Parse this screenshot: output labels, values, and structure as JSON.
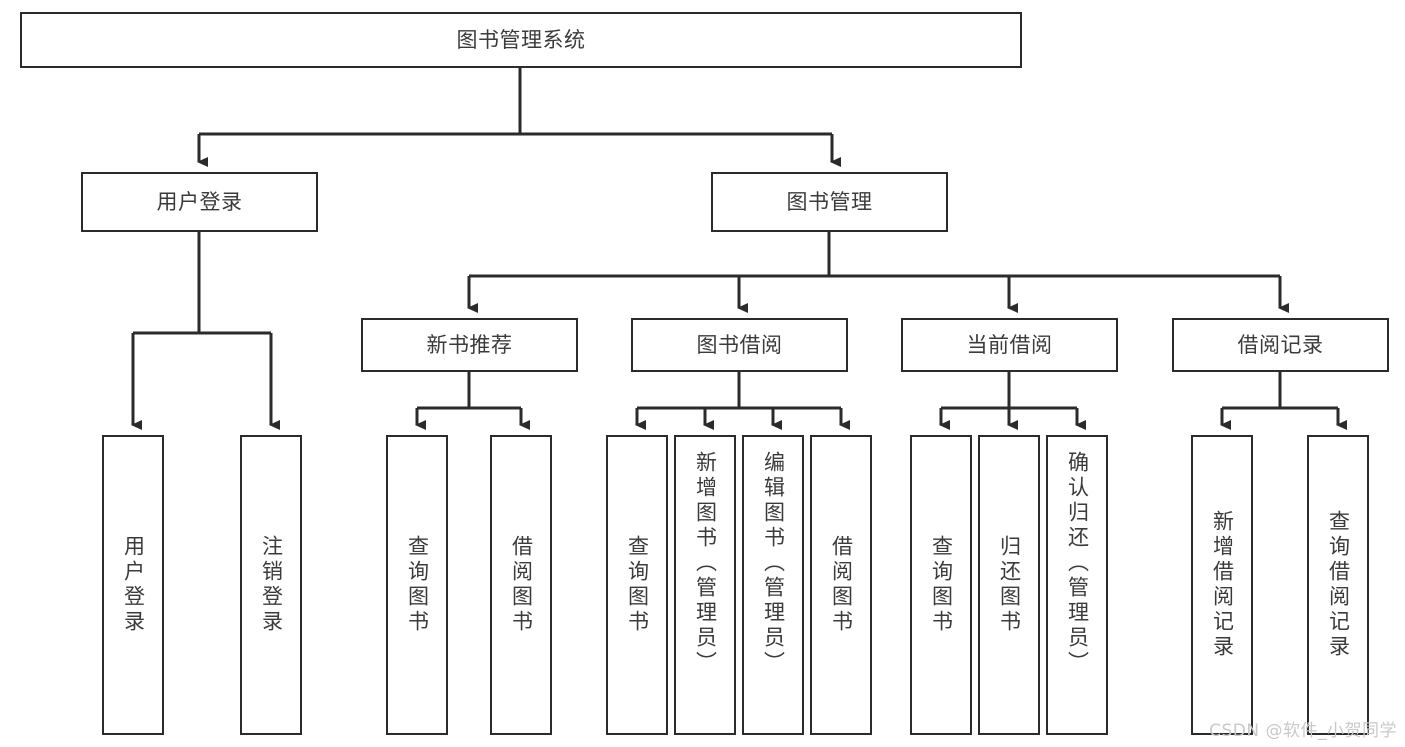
{
  "diagram": {
    "type": "tree-hierarchy",
    "title": "图书管理系统",
    "watermark": "CSDN @软件_小贺同学",
    "colors": {
      "box_border": "#2b2b2b",
      "box_fill": "#ffffff",
      "text": "#3b3b3b",
      "connector": "#2b2b2b",
      "watermark": "#c9c9c9",
      "background": "#ffffff"
    },
    "levels": {
      "root": {
        "label": "图书管理系统"
      },
      "level2": [
        {
          "id": "user-login",
          "label": "用户登录"
        },
        {
          "id": "book-management",
          "label": "图书管理"
        }
      ],
      "level3": [
        {
          "id": "new-book-recommend",
          "label": "新书推荐",
          "parent": "book-management"
        },
        {
          "id": "book-borrow",
          "label": "图书借阅",
          "parent": "book-management"
        },
        {
          "id": "current-borrow",
          "label": "当前借阅",
          "parent": "book-management"
        },
        {
          "id": "borrow-record",
          "label": "借阅记录",
          "parent": "book-management"
        }
      ],
      "leaves": [
        {
          "id": "leaf-user-login",
          "label": "用户登录",
          "parent": "user-login"
        },
        {
          "id": "leaf-user-logout",
          "label": "注销登录",
          "parent": "user-login"
        },
        {
          "id": "leaf-query-book-1",
          "label": "查询图书",
          "parent": "new-book-recommend"
        },
        {
          "id": "leaf-borrow-book-1",
          "label": "借阅图书",
          "parent": "new-book-recommend"
        },
        {
          "id": "leaf-query-book-2",
          "label": "查询图书",
          "parent": "book-borrow"
        },
        {
          "id": "leaf-add-book",
          "label": "新增图书（管理员）",
          "parent": "book-borrow"
        },
        {
          "id": "leaf-edit-book",
          "label": "编辑图书（管理员）",
          "parent": "book-borrow"
        },
        {
          "id": "leaf-borrow-book-2",
          "label": "借阅图书",
          "parent": "book-borrow"
        },
        {
          "id": "leaf-query-book-3",
          "label": "查询图书",
          "parent": "current-borrow"
        },
        {
          "id": "leaf-return-book",
          "label": "归还图书",
          "parent": "current-borrow"
        },
        {
          "id": "leaf-confirm-return",
          "label": "确认归还（管理员）",
          "parent": "current-borrow"
        },
        {
          "id": "leaf-add-record",
          "label": "新增借阅记录",
          "parent": "borrow-record"
        },
        {
          "id": "leaf-query-record",
          "label": "查询借阅记录",
          "parent": "borrow-record"
        }
      ]
    }
  }
}
